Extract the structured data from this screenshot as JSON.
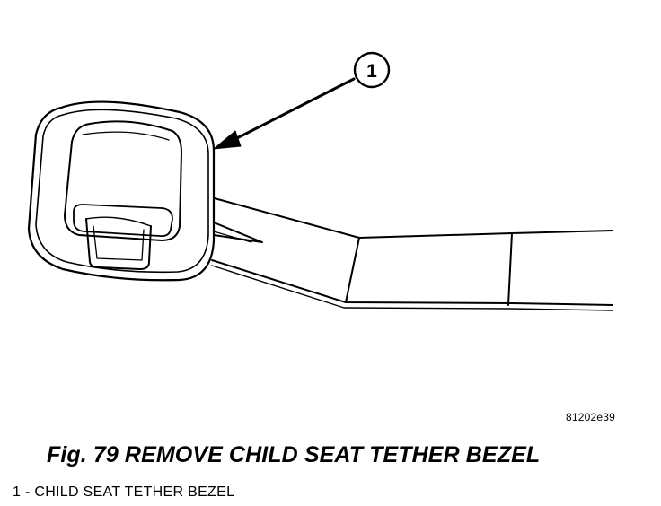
{
  "figure": {
    "callout": "1",
    "code": "81202e39",
    "title": "Fig. 79 REMOVE CHILD SEAT TETHER BEZEL",
    "legend": [
      {
        "number": "1",
        "separator": "-",
        "label": "CHILD SEAT TETHER BEZEL"
      }
    ]
  }
}
